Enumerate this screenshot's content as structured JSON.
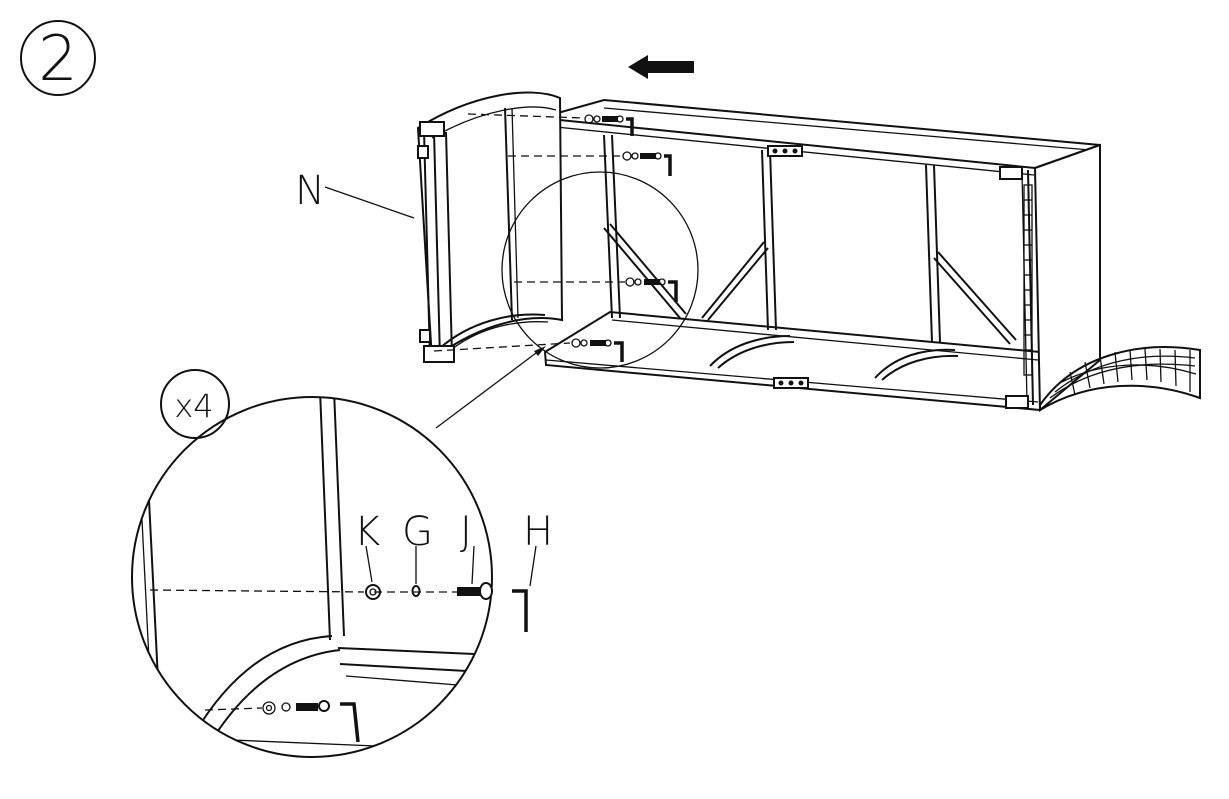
{
  "step": {
    "number": "2"
  },
  "quantity": {
    "text": "x4"
  },
  "parts": {
    "panel": "N",
    "washer_large": "K",
    "washer_small": "G",
    "bolt": "J",
    "allen_key": "H"
  },
  "arrow_direction": "left",
  "colors": {
    "line": "#111111",
    "background": "#ffffff"
  }
}
